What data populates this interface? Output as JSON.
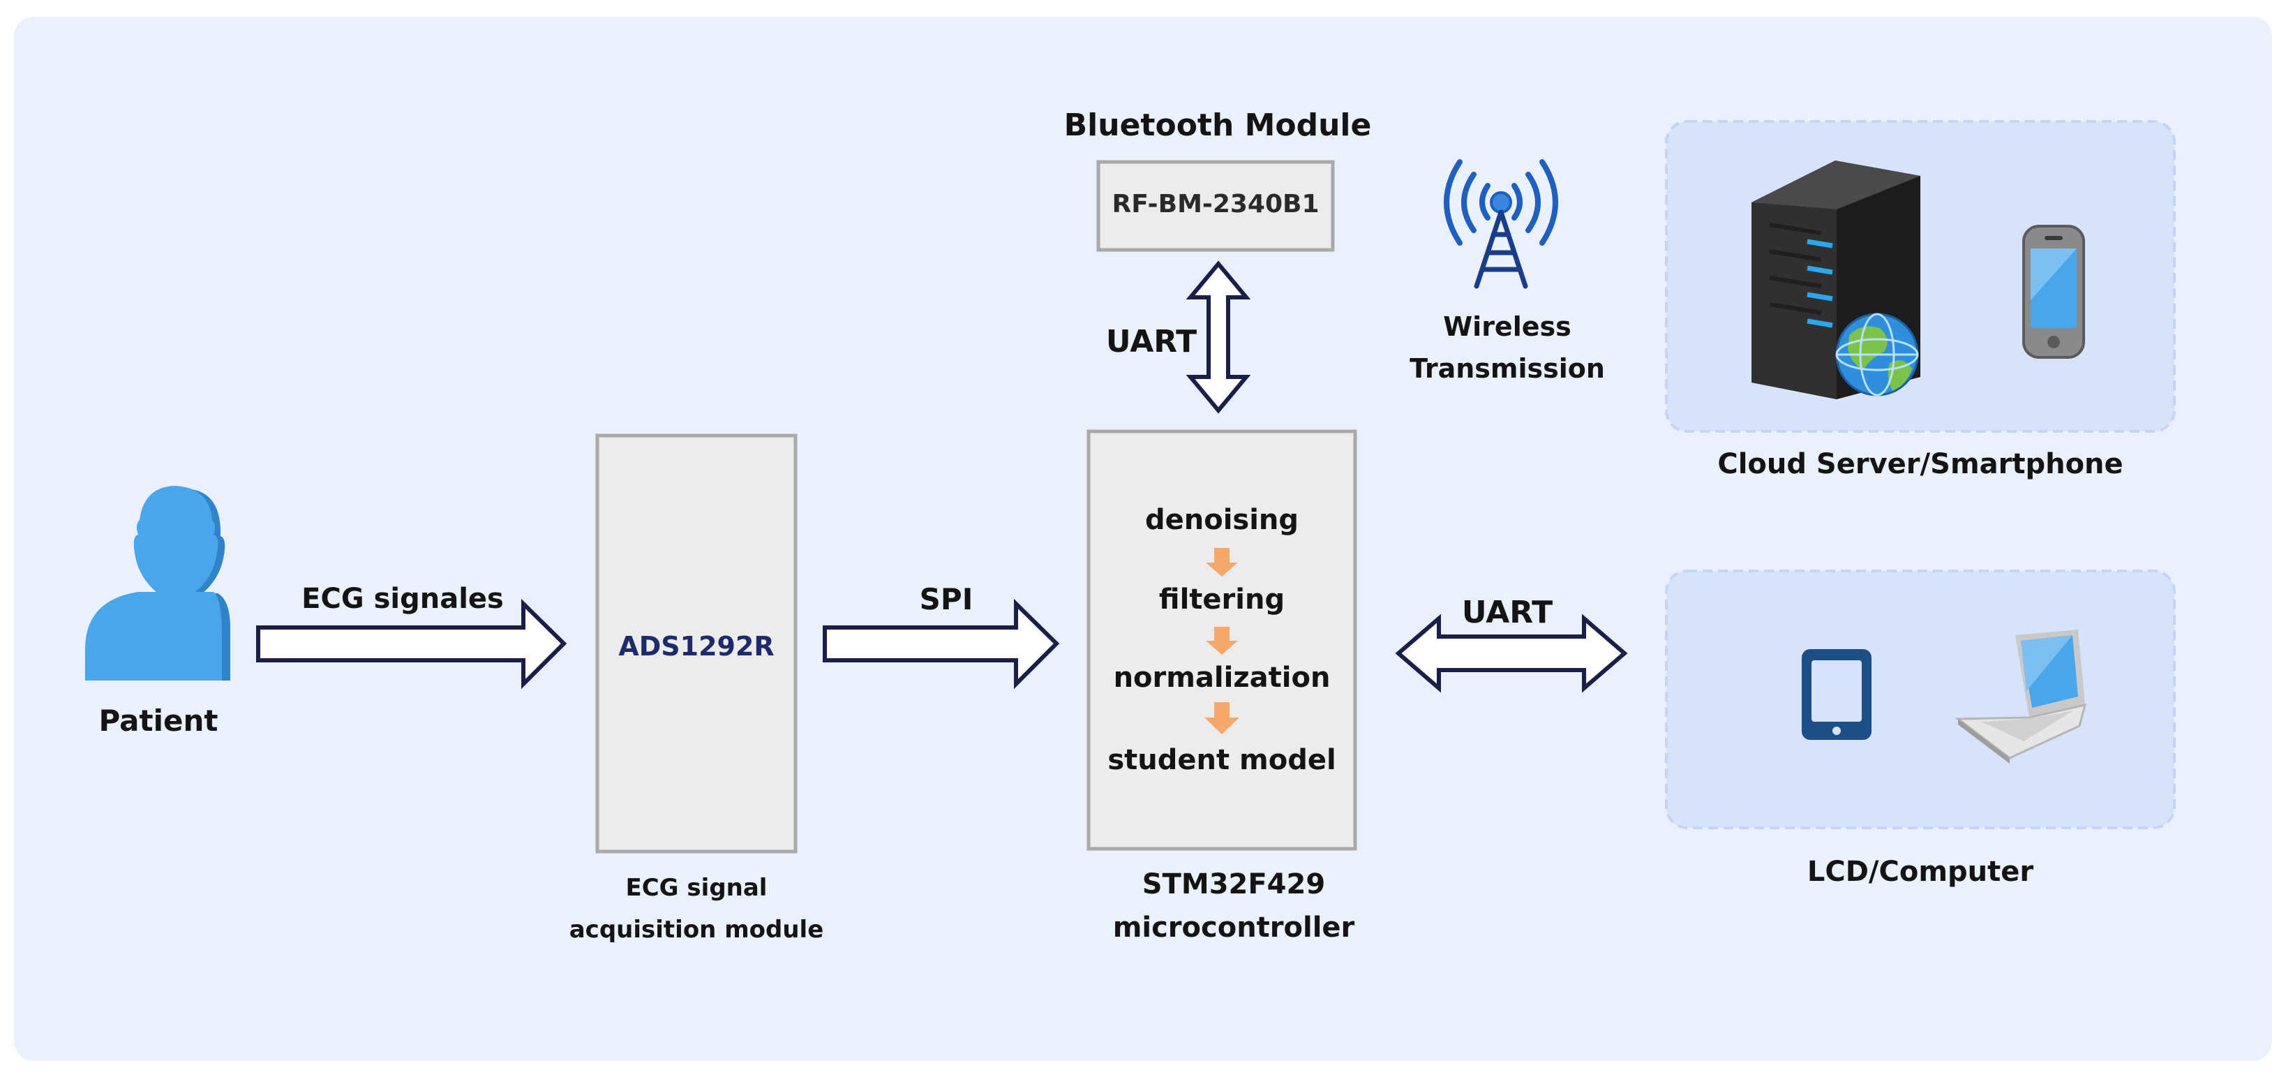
{
  "patient": {
    "label": "Patient"
  },
  "links": {
    "ecg_signals": "ECG signales",
    "spi": "SPI",
    "uart_bluetooth": "UART",
    "uart_lcd": "UART"
  },
  "acquisition": {
    "chip": "ADS1292R",
    "caption_line1": "ECG signal",
    "caption_line2": "acquisition module"
  },
  "bluetooth": {
    "title": "Bluetooth Module",
    "chip": "RF-BM-2340B1"
  },
  "wireless": {
    "line1": "Wireless",
    "line2": "Transmission"
  },
  "mcu": {
    "steps": [
      "denoising",
      "filtering",
      "normalization",
      "student model"
    ],
    "caption_line1": "STM32F429",
    "caption_line2": "microcontroller"
  },
  "cloud": {
    "caption": "Cloud Server/Smartphone"
  },
  "lcd": {
    "caption": "LCD/Computer"
  },
  "icons": [
    "person-icon",
    "antenna-icon",
    "server-icon",
    "globe-icon",
    "smartphone-icon",
    "tablet-icon",
    "laptop-icon"
  ],
  "colors": {
    "background": "#eaf1fd",
    "panel": "#d6e3fb",
    "box": "#ececec",
    "arrow_outline": "#1a1f4a",
    "step_arrow": "#f6a86a",
    "person": "#4aa6ea",
    "chip_text": "#1d2a6b"
  }
}
